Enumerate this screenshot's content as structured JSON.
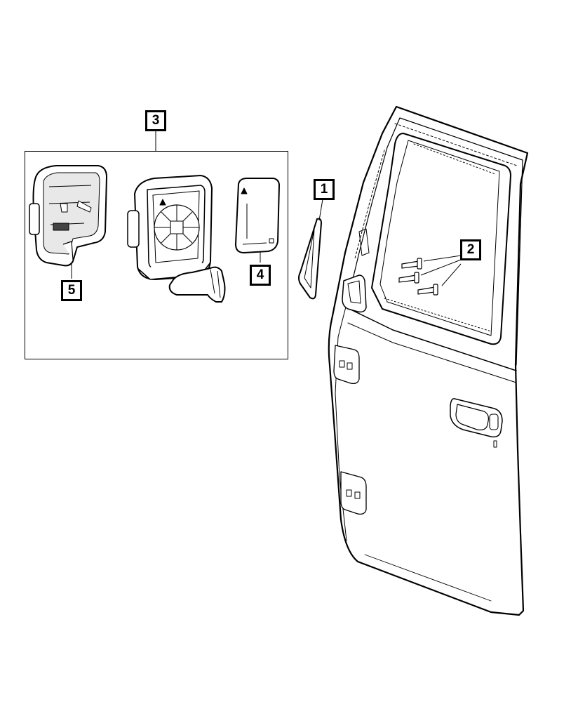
{
  "callouts": [
    {
      "id": "c1",
      "label": "1"
    },
    {
      "id": "c2",
      "label": "2"
    },
    {
      "id": "c3",
      "label": "3"
    },
    {
      "id": "c4",
      "label": "4"
    },
    {
      "id": "c5",
      "label": "5"
    }
  ],
  "colors": {
    "line": "#000000",
    "background": "#ffffff",
    "shade": "#e8e8e8"
  }
}
